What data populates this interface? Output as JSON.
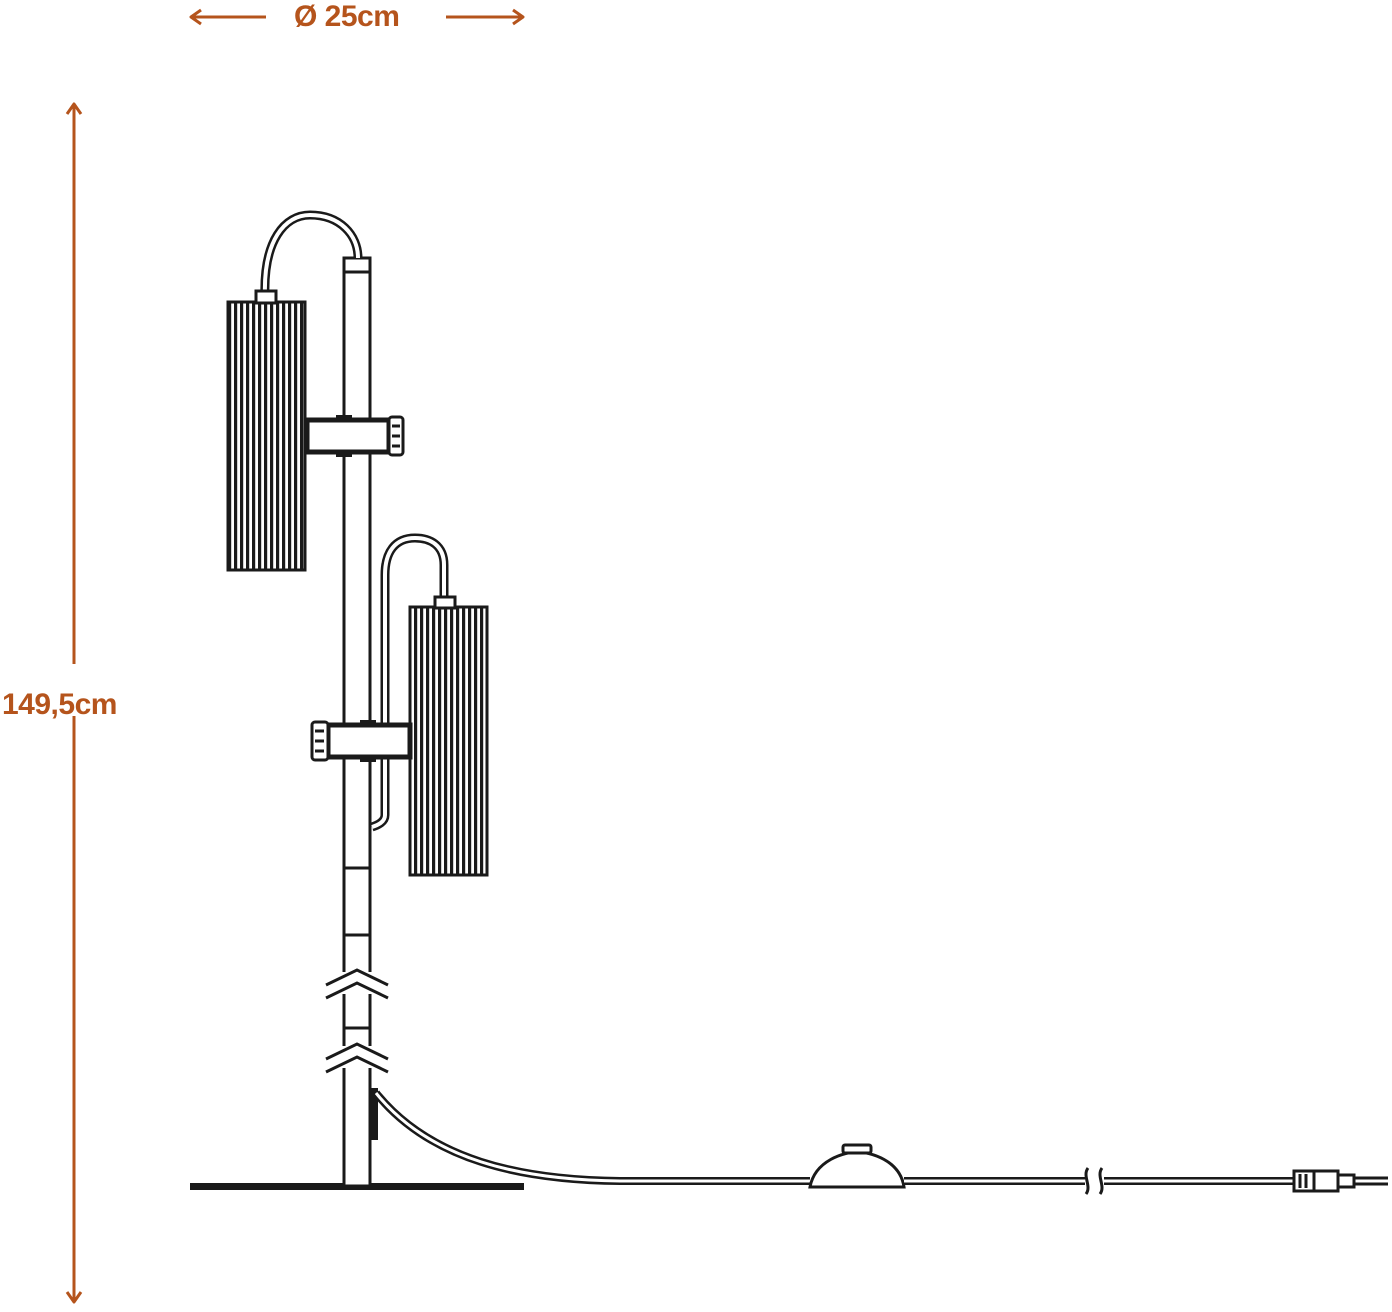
{
  "dimensions": {
    "width": {
      "label": "Ø 25cm"
    },
    "height": {
      "label": "149,5cm"
    }
  },
  "colors": {
    "dimension": "#B5541C",
    "line": "#1a1a1a",
    "background": "#ffffff"
  },
  "icons": {
    "lamp": "floor-lamp-drawing",
    "switch": "foot-switch-icon",
    "plug": "power-plug-icon"
  }
}
